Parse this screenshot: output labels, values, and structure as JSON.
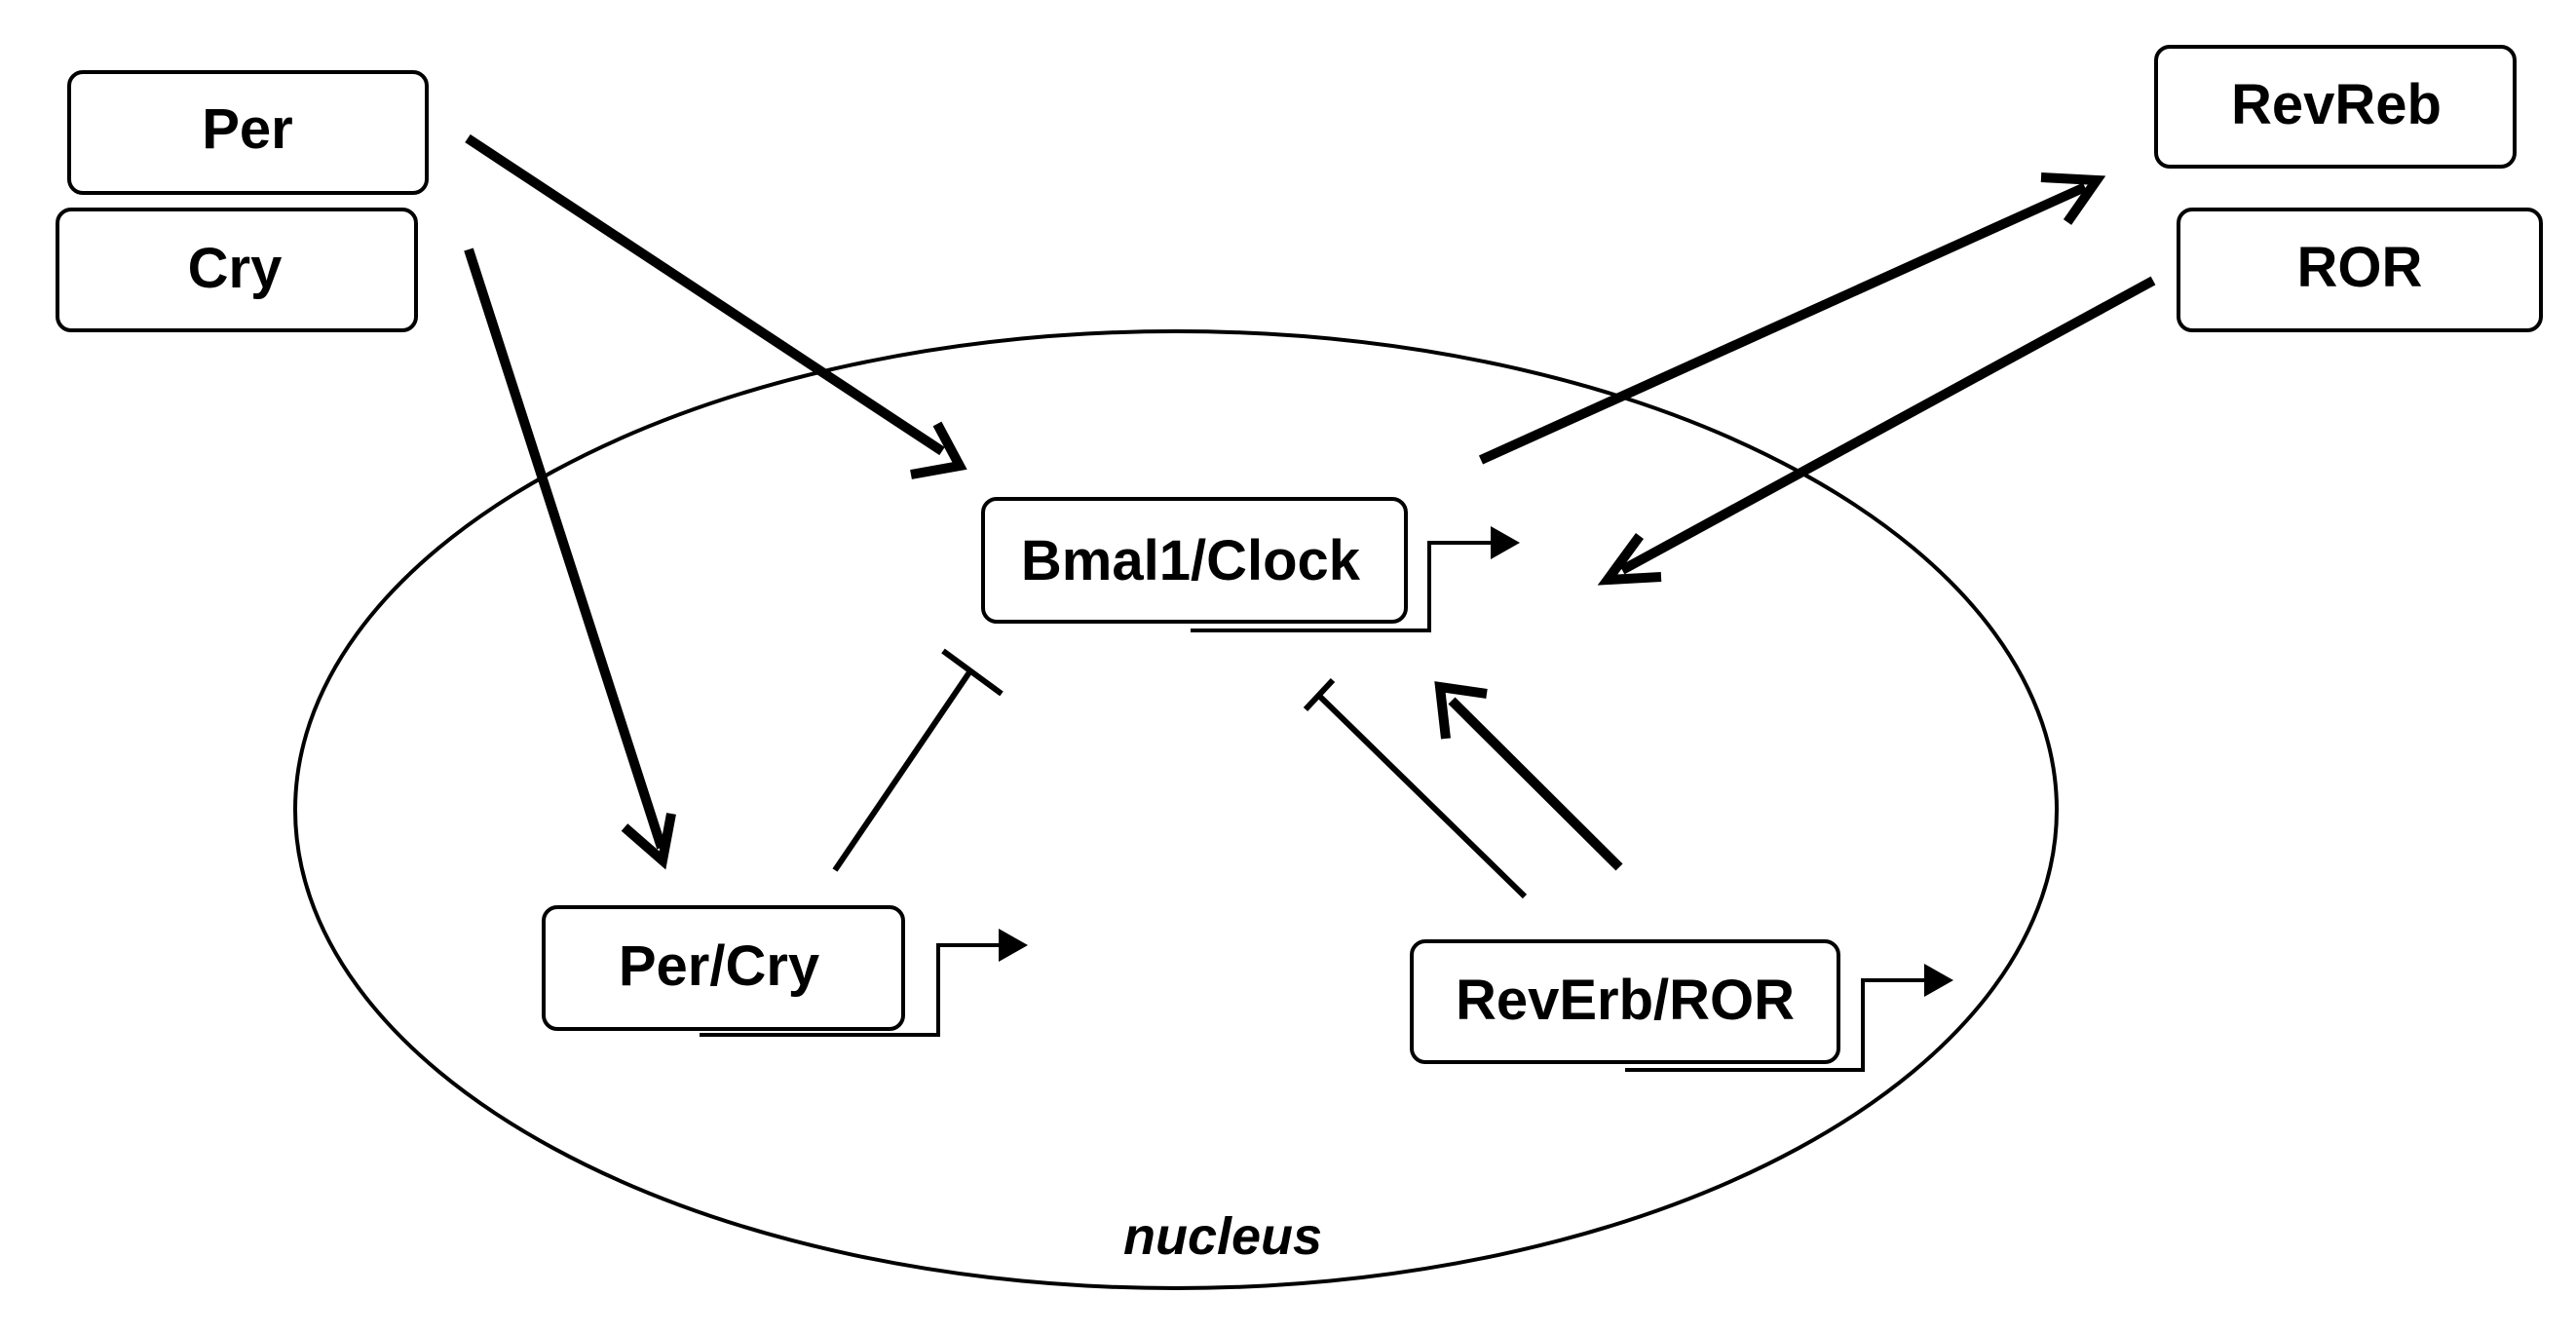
{
  "diagram": {
    "compartment": {
      "label": "nucleus"
    },
    "boxes": {
      "per": "Per",
      "cry": "Cry",
      "bmal_clock": "Bmal1/Clock",
      "per_cry": "Per/Cry",
      "reverb_ror": "RevErb/ROR",
      "revreb": "RevReb",
      "ror": "ROR"
    },
    "edges": [
      {
        "from": "Per",
        "to": "Bmal1/Clock",
        "type": "activation"
      },
      {
        "from": "Cry",
        "to": "Per/Cry",
        "type": "activation"
      },
      {
        "from": "Per/Cry",
        "to": "Bmal1/Clock",
        "type": "inhibition"
      },
      {
        "from": "RevErb/ROR",
        "to": "Bmal1/Clock",
        "type": "inhibition"
      },
      {
        "from": "RevErb/ROR",
        "to": "Bmal1/Clock",
        "type": "activation"
      },
      {
        "from": "Bmal1/Clock",
        "to": "RevReb",
        "type": "activation"
      },
      {
        "from": "ROR",
        "to": "Bmal1/Clock",
        "type": "activation"
      }
    ],
    "colors": {
      "stroke": "#000000",
      "background": "#ffffff"
    }
  }
}
